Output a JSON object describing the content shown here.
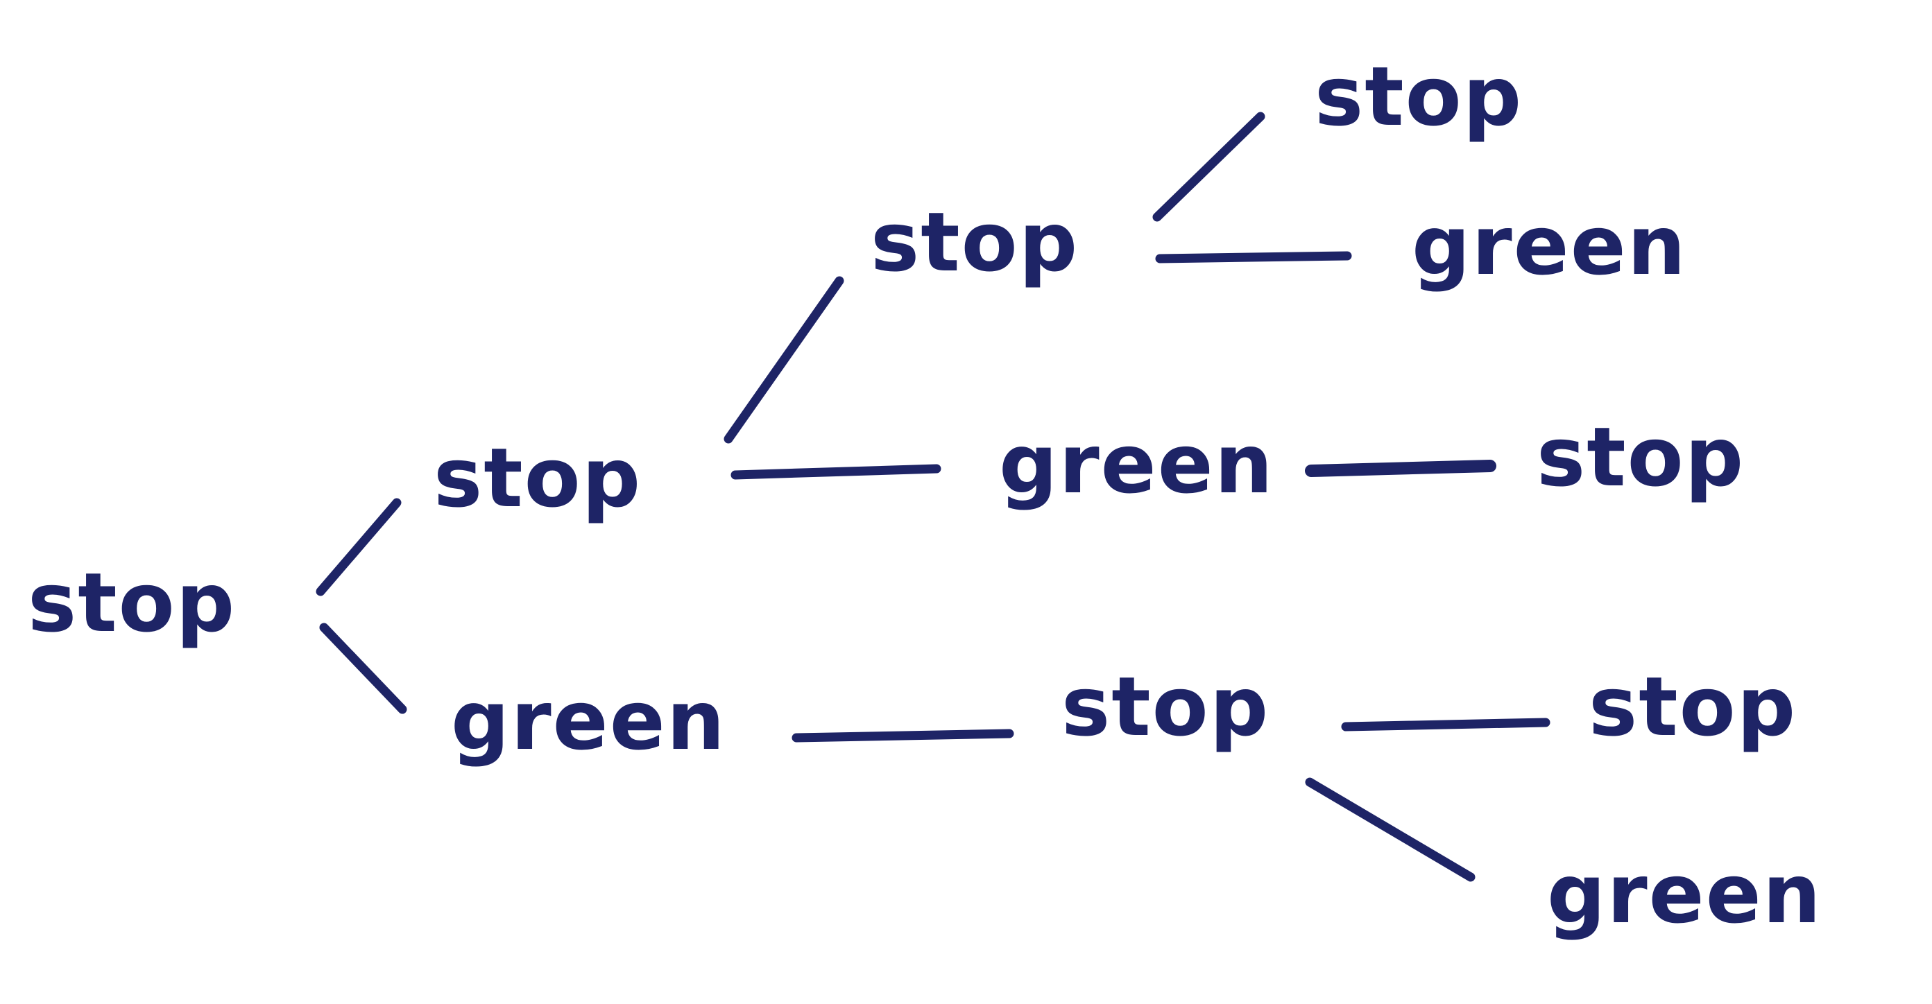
{
  "diagram": {
    "ink_color": "#1e2466",
    "background": "#ffffff",
    "nodes": [
      {
        "id": "n0",
        "label": "stop"
      },
      {
        "id": "n1",
        "label": "stop"
      },
      {
        "id": "n2",
        "label": "green"
      },
      {
        "id": "n3",
        "label": "stop"
      },
      {
        "id": "n4",
        "label": "green"
      },
      {
        "id": "n5",
        "label": "stop"
      },
      {
        "id": "n6",
        "label": "green"
      },
      {
        "id": "n7",
        "label": "stop"
      },
      {
        "id": "n8",
        "label": "stop"
      },
      {
        "id": "n9",
        "label": "stop"
      },
      {
        "id": "n10",
        "label": "green"
      }
    ],
    "edges": [
      {
        "from": "n0",
        "to": "n1"
      },
      {
        "from": "n0",
        "to": "n2"
      },
      {
        "from": "n1",
        "to": "n3"
      },
      {
        "from": "n1",
        "to": "n4"
      },
      {
        "from": "n3",
        "to": "n5"
      },
      {
        "from": "n3",
        "to": "n6"
      },
      {
        "from": "n4",
        "to": "n7"
      },
      {
        "from": "n2",
        "to": "n8"
      },
      {
        "from": "n8",
        "to": "n9"
      },
      {
        "from": "n8",
        "to": "n10"
      }
    ]
  }
}
